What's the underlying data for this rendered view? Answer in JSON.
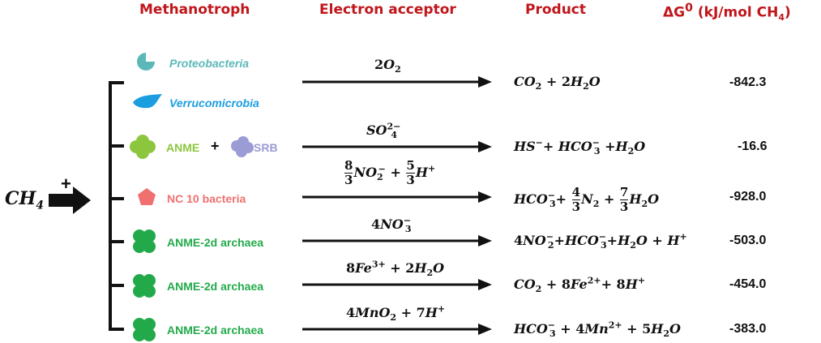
{
  "headers": {
    "methanotroph": "Methanotroph",
    "electron_acceptor": "Electron acceptor",
    "product": "Product",
    "delta_g_prefix": "ΔG",
    "delta_g_sup": "0",
    "delta_g_units": " (kJ/mol CH",
    "delta_g_sub": "4",
    "delta_g_close": ")"
  },
  "reactant": {
    "label": "CH",
    "subscript": "4",
    "plus": "+"
  },
  "organisms": {
    "proteobacteria": "Proteobacteria",
    "verrucomicrobia": "Verrucomicrobia",
    "anme": "ANME",
    "plus": "+",
    "srb": "SRB",
    "nc10": "NC 10 bacteria",
    "anme2d_1": "ANME-2d archaea",
    "anme2d_2": "ANME-2d archaea",
    "anme2d_3": "ANME-2d archaea"
  },
  "delta_g": [
    "-842.3",
    "-16.6",
    "-928.0",
    "-503.0",
    "-454.0",
    "-383.0"
  ],
  "colors": {
    "header": "#c0161b",
    "proteobacteria": "#5cb8b8",
    "verrucomicrobia": "#1b9de0",
    "anme": "#8cc63f",
    "srb": "#9b9bd6",
    "nc10": "#f07070",
    "anme2d": "#22aa4a",
    "black": "#111111"
  },
  "icons": [
    "pacman-icon",
    "droplet-icon",
    "clover-icon",
    "cloud-icon",
    "pentagon-icon",
    "clover-icon",
    "clover-icon",
    "clover-icon",
    "thick-arrow-icon"
  ]
}
